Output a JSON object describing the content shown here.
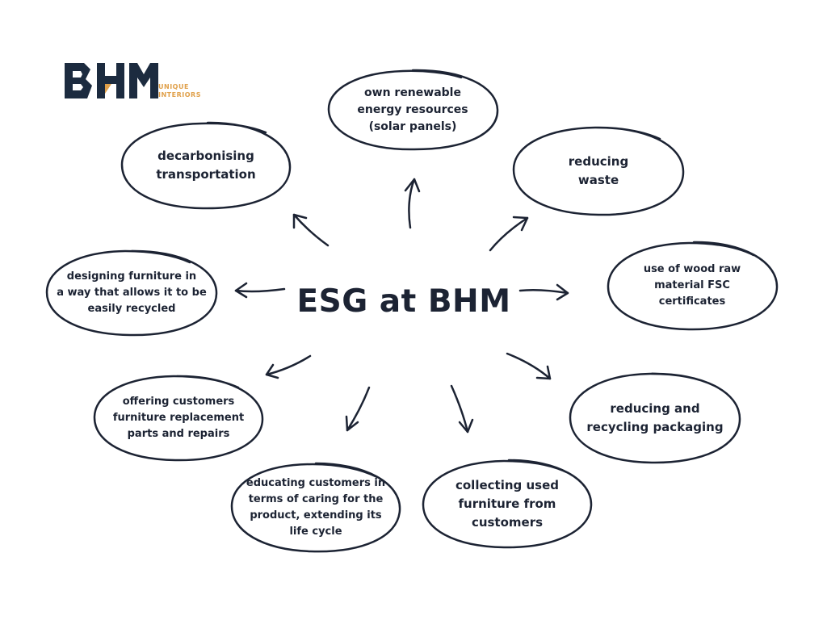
{
  "logo": {
    "wordmark": "BHM",
    "tagline_line1": "UNIQUE",
    "tagline_line2": "INTERIORS",
    "colors": {
      "dark": "#1c2b3f",
      "accent": "#e0a04a"
    }
  },
  "title": "ESG at BHM",
  "bubbles": {
    "renewable": "own renewable\nenergy resources\n(solar panels)",
    "decarbonising": "decarbonising\ntransportation",
    "waste": "reducing\nwaste",
    "designing": "designing furniture in\na way that allows it to be\neasily recycled",
    "fsc": "use of wood raw\nmaterial FSC\ncertificates",
    "offering": "offering customers\nfurniture replacement\nparts and repairs",
    "packaging": "reducing and\nrecycling packaging",
    "educating": "educating customers in\nterms of caring for the\nproduct, extending its\nlife cycle",
    "collecting": "collecting used\nfurniture from\ncustomers"
  },
  "colors": {
    "ink": "#1c2333",
    "background": "#ffffff"
  }
}
